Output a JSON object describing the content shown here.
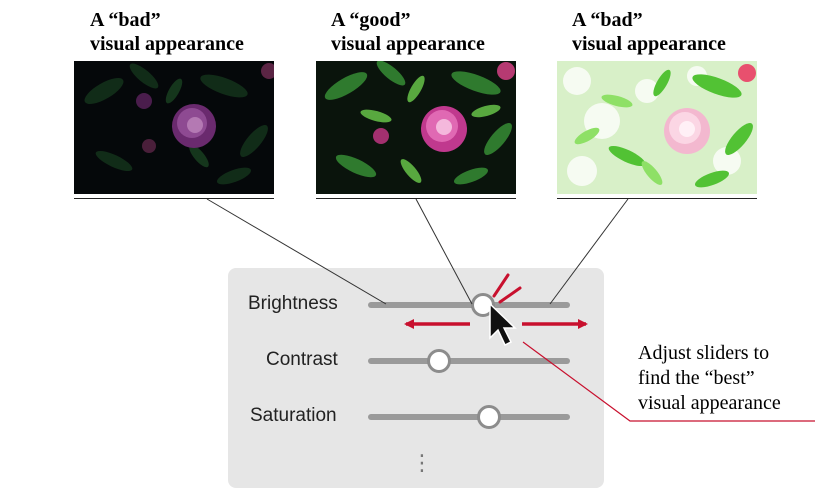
{
  "captions": [
    {
      "line1": "A “bad”",
      "line2": "visual appearance"
    },
    {
      "line1": "A “good”",
      "line2": "visual appearance"
    },
    {
      "line1": "A “bad”",
      "line2": "visual appearance"
    }
  ],
  "sliders": [
    {
      "label": "Brightness",
      "value": 0.57
    },
    {
      "label": "Contrast",
      "value": 0.35
    },
    {
      "label": "Saturation",
      "value": 0.6
    }
  ],
  "more_indicator": "⋮",
  "annotation": {
    "line1": "Adjust sliders to",
    "line2": "find the “best”",
    "line3": "visual appearance"
  },
  "colors": {
    "arrow": "#c8102e",
    "panel": "#e6e6e6",
    "track": "#9a9a9a",
    "knob_border": "#8c8c8c"
  }
}
